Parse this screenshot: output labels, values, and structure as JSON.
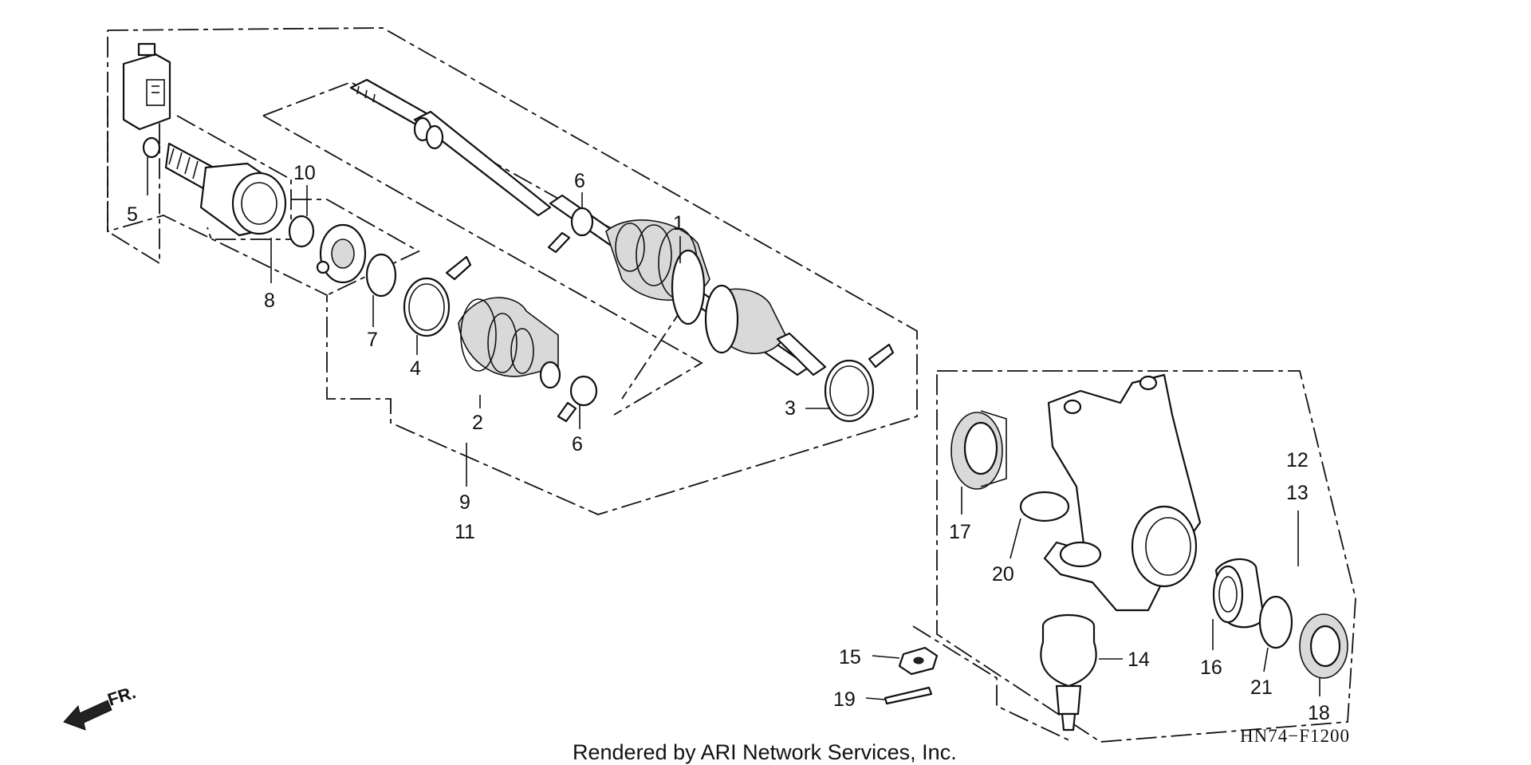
{
  "diagram": {
    "code": "HN74−F1200",
    "credit": "Rendered by ARI Network Services, Inc.",
    "front_indicator": "FR.",
    "callouts": [
      {
        "id": "c1",
        "label": "1"
      },
      {
        "id": "c2",
        "label": "2"
      },
      {
        "id": "c3",
        "label": "3"
      },
      {
        "id": "c4",
        "label": "4"
      },
      {
        "id": "c5",
        "label": "5"
      },
      {
        "id": "c6a",
        "label": "6"
      },
      {
        "id": "c6b",
        "label": "6"
      },
      {
        "id": "c7",
        "label": "7"
      },
      {
        "id": "c8",
        "label": "8"
      },
      {
        "id": "c9",
        "label": "9"
      },
      {
        "id": "c10",
        "label": "10"
      },
      {
        "id": "c11",
        "label": "11"
      },
      {
        "id": "c12",
        "label": "12"
      },
      {
        "id": "c13",
        "label": "13"
      },
      {
        "id": "c14",
        "label": "14"
      },
      {
        "id": "c15",
        "label": "15"
      },
      {
        "id": "c16",
        "label": "16"
      },
      {
        "id": "c17",
        "label": "17"
      },
      {
        "id": "c18",
        "label": "18"
      },
      {
        "id": "c19",
        "label": "19"
      },
      {
        "id": "c20",
        "label": "20"
      },
      {
        "id": "c21",
        "label": "21"
      }
    ]
  }
}
